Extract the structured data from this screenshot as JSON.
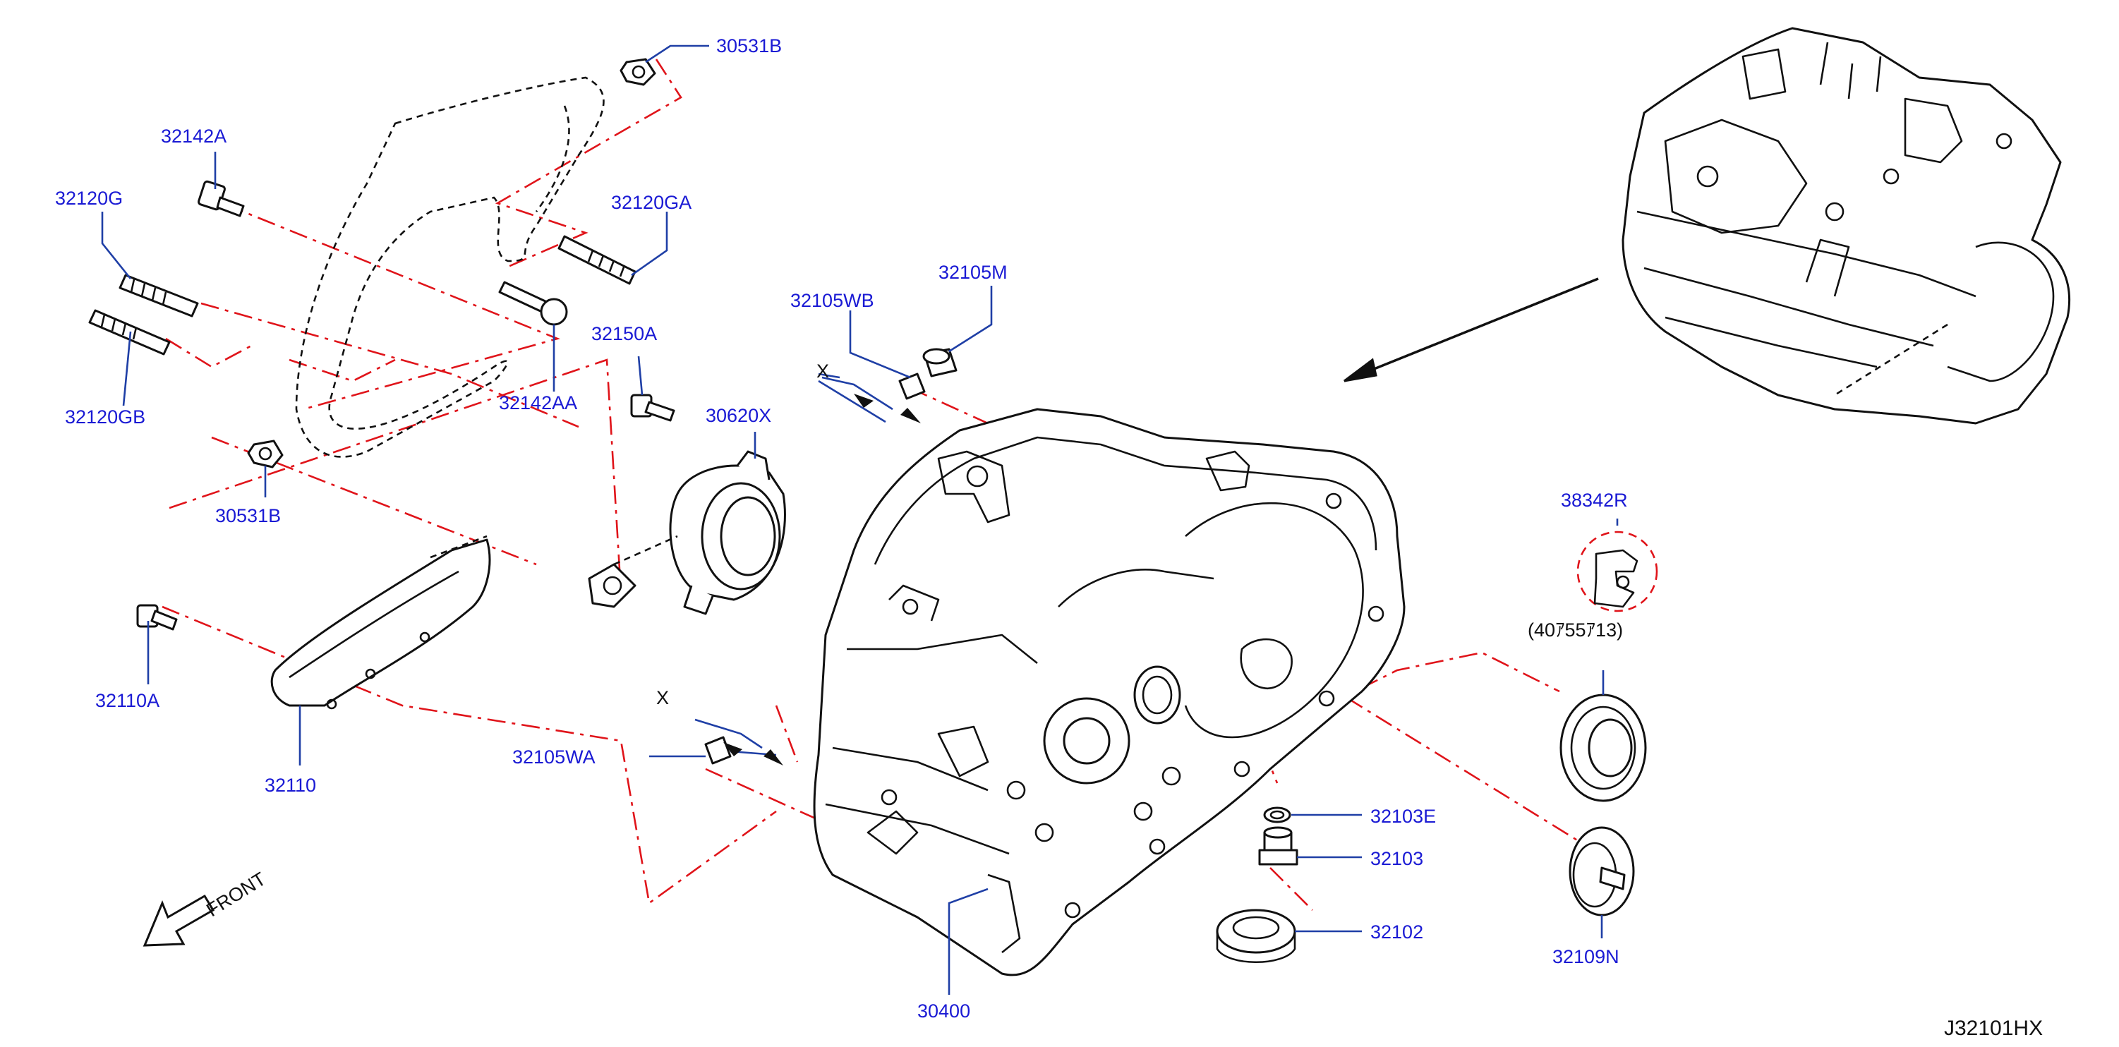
{
  "diagram_code": "J32101HX",
  "front_label": "FRONT",
  "callouts": {
    "p30531B_top": "30531B",
    "p32142A": "32142A",
    "p32120G": "32120G",
    "p32120GA": "32120GA",
    "p32120GB": "32120GB",
    "p32142AA": "32142AA",
    "p30531B_bottom": "30531B",
    "p32150A": "32150A",
    "p30620X": "30620X",
    "p32105WB": "32105WB",
    "p32105M": "32105M",
    "x_top": "X",
    "x_bottom": "X",
    "p32110A": "32110A",
    "p32110": "32110",
    "p32105WA": "32105WA",
    "p38342R": "38342R",
    "size_note": "(40ｱ55ｱ13)",
    "p32103E": "32103E",
    "p32103": "32103",
    "p32102": "32102",
    "p32109N": "32109N",
    "p30400": "30400"
  },
  "colors": {
    "label": "#1a1ad4",
    "leader": "#1f3fa6",
    "reference_line": "#e0141a",
    "part_outline": "#111111"
  },
  "icons": [
    "front-arrow-icon",
    "view-arrow-icon"
  ]
}
